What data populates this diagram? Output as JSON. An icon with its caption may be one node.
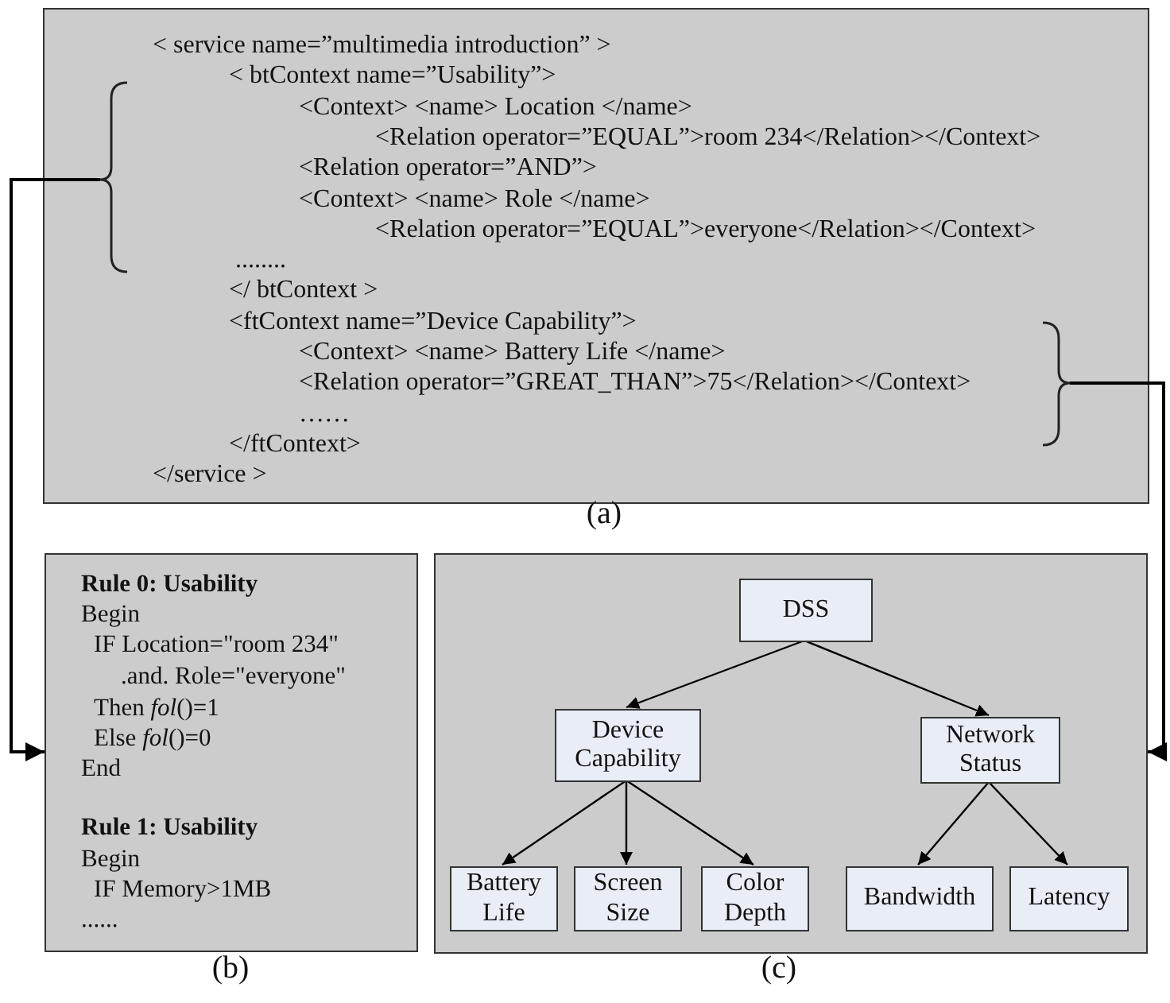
{
  "diagram": {
    "nodes": [
      {
        "text": [
          "< service name=”multimedia introduction” >",
          "< btContext name=”Usability”>",
          "<Context> <name> Location </name>",
          "<Relation operator=”EQUAL”>room 234</Relation></Context>",
          "<Relation operator=”AND”>",
          "<Context> <name> Role </name>",
          "<Relation operator=”EQUAL”>everyone</Relation></Context>",
          "........",
          "</ btContext >",
          "<ftContext name=”Device Capability”>",
          "<Context> <name> Battery Life </name>",
          "<Relation operator=”GREAT_THAN”>75</Relation></Context>",
          "……",
          "</ftContext>",
          "</service >"
        ],
        "beside": [
          "(a)"
        ]
      },
      {
        "text": [
          "Rule 0: Usability",
          "Begin",
          "IF Location=\"room 234\"",
          ".and. Role=\"everyone\"",
          "Then *fol*()=1",
          "Else *fol*()=0",
          "End",
          "Rule 1: Usability",
          "Begin",
          "IF Memory>1MB",
          "......"
        ],
        "beside": [
          "(b)"
        ]
      },
      {
        "text": [],
        "shape": "box",
        "beside": [
          "(c)"
        ]
      },
      {
        "text": [
          "DSS"
        ],
        "in": 2
      },
      {
        "text": [
          "Device Capability"
        ],
        "in": 2
      },
      {
        "text": [
          "Network Status"
        ],
        "in": 2
      },
      {
        "text": [
          "Battery Life"
        ],
        "in": 2
      },
      {
        "text": [
          "Screen Size"
        ],
        "in": 2
      },
      {
        "text": [
          "Color Depth"
        ],
        "in": 2
      },
      {
        "text": [
          "Bandwidth"
        ],
        "in": 2
      },
      {
        "text": [
          "Latency"
        ],
        "in": 2
      }
    ],
    "edges": [
      {
        "from": 0,
        "to": 1,
        "arrow": "to"
      },
      {
        "from": 0,
        "to": 2,
        "arrow": "to"
      },
      {
        "from": 3,
        "to": 4,
        "arrow": "to"
      },
      {
        "from": 3,
        "to": 5,
        "arrow": "to"
      },
      {
        "from": 4,
        "to": 6,
        "arrow": "to"
      },
      {
        "from": 4,
        "to": 7,
        "arrow": "to"
      },
      {
        "from": 4,
        "to": 8,
        "arrow": "to"
      },
      {
        "from": 5,
        "to": 9,
        "arrow": "to"
      },
      {
        "from": 5,
        "to": 10,
        "arrow": "to"
      }
    ]
  }
}
